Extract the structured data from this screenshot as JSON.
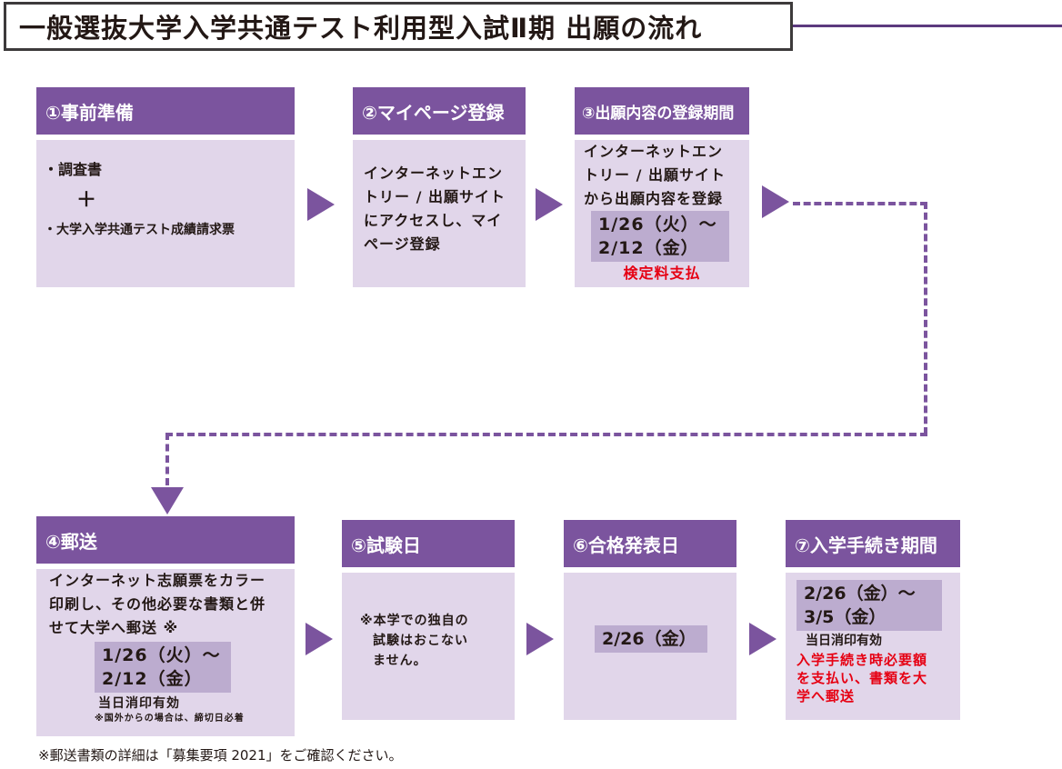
{
  "title": "一般選抜大学入学共通テスト利用型入試Ⅱ期 出願の流れ",
  "steps": [
    {
      "heading": "①事前準備",
      "items": [
        "・調査書",
        "＋",
        "・大学入学共通テスト成績請求票"
      ]
    },
    {
      "heading": "②マイページ登録",
      "text": [
        "インターネットエン",
        "トリー / 出願サイト",
        "にアクセスし、マイ",
        "ページ登録"
      ]
    },
    {
      "heading": "③出願内容の登録期間",
      "text": [
        "インターネットエン",
        "トリー / 出願サイト",
        "から出願内容を登録"
      ],
      "dates": [
        "1/26（火）～",
        "2/12（金）"
      ],
      "note": "検定料支払"
    },
    {
      "heading": "④郵送",
      "text": [
        "インターネット志願票をカラー",
        "印刷し、その他必要な書類と併",
        "せて大学へ郵送 ※"
      ],
      "dates": [
        "1/26（火）～",
        "2/12（金）"
      ],
      "note": "当日消印有効",
      "small_note": "※国外からの場合は、締切日必着"
    },
    {
      "heading": "⑤試験日",
      "text": [
        "※本学での独自の",
        "試験はおこない",
        "ません。"
      ]
    },
    {
      "heading": "⑥合格発表日",
      "dates": [
        "2/26（金）"
      ]
    },
    {
      "heading": "⑦入学手続き期間",
      "dates": [
        "2/26（金）～",
        "3/5（金）"
      ],
      "note": "当日消印有効",
      "red_note": [
        "入学手続き時必要額",
        "を支払い、書類を大",
        "学へ郵送"
      ]
    }
  ],
  "footnote": "※郵送書類の詳細は「募集要項 2021」をご確認ください。",
  "colors": {
    "header": "#7b549e",
    "body": "#e1d6ea",
    "date": "#bcaccf",
    "accent": "#e60012"
  }
}
